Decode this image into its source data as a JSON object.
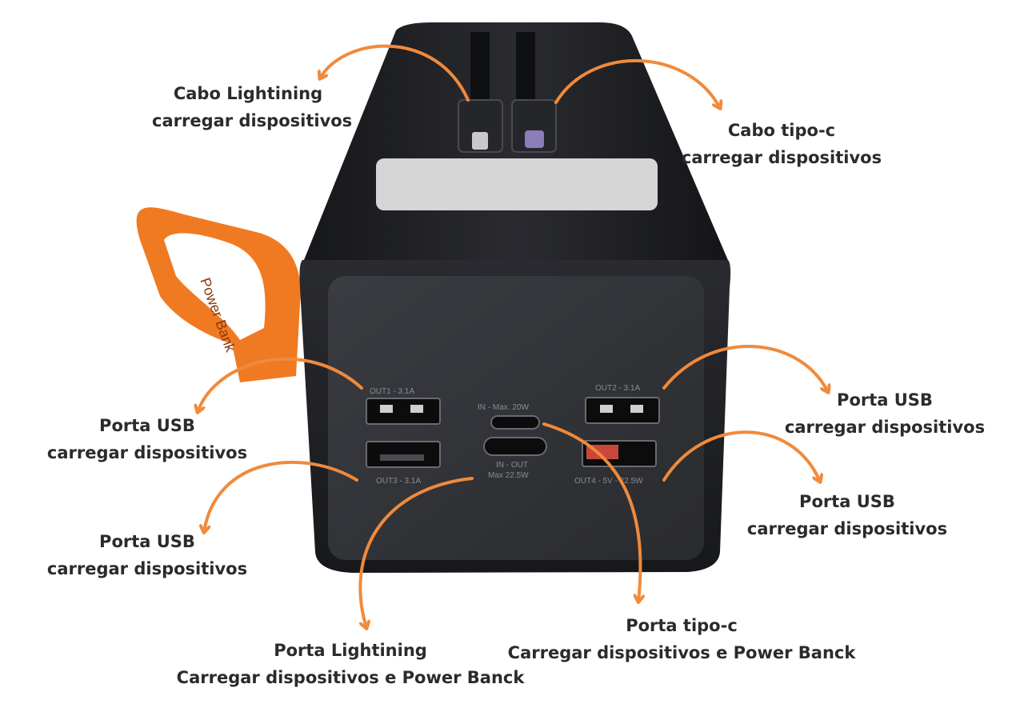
{
  "colors": {
    "arrow": "#f08a3c",
    "body": "#1c1d21",
    "strap": "#f07a22",
    "white": "#ffffff"
  },
  "device": {
    "strap_text": "Power Bank",
    "port_labels": {
      "out1": "OUT1 - 3.1A",
      "out2": "OUT2 - 3.1A",
      "out3": "OUT3 - 3.1A",
      "out4": "OUT4 - 5V - 22.5W",
      "in_top": "IN - Max. 20W",
      "in_out": "IN - OUT",
      "in_out_max": "Max 22.5W"
    }
  },
  "callouts": {
    "cabo_lightning": {
      "line1": "Cabo Lightining",
      "line2": "carregar dispositivos"
    },
    "cabo_tipoc": {
      "line1": "Cabo tipo-c",
      "line2": "carregar dispositivos"
    },
    "usb_left_top": {
      "line1": "Porta USB",
      "line2": "carregar dispositivos"
    },
    "usb_left_bottom": {
      "line1": "Porta USB",
      "line2": "carregar dispositivos"
    },
    "usb_right_top": {
      "line1": "Porta USB",
      "line2": "carregar dispositivos"
    },
    "usb_right_bottom": {
      "line1": "Porta USB",
      "line2": "carregar dispositivos"
    },
    "porta_lightning": {
      "line1": "Porta Lightining",
      "line2": "Carregar dispositivos e Power Banck"
    },
    "porta_tipoc": {
      "line1": "Porta tipo-c",
      "line2": "Carregar dispositivos e Power Banck"
    }
  }
}
